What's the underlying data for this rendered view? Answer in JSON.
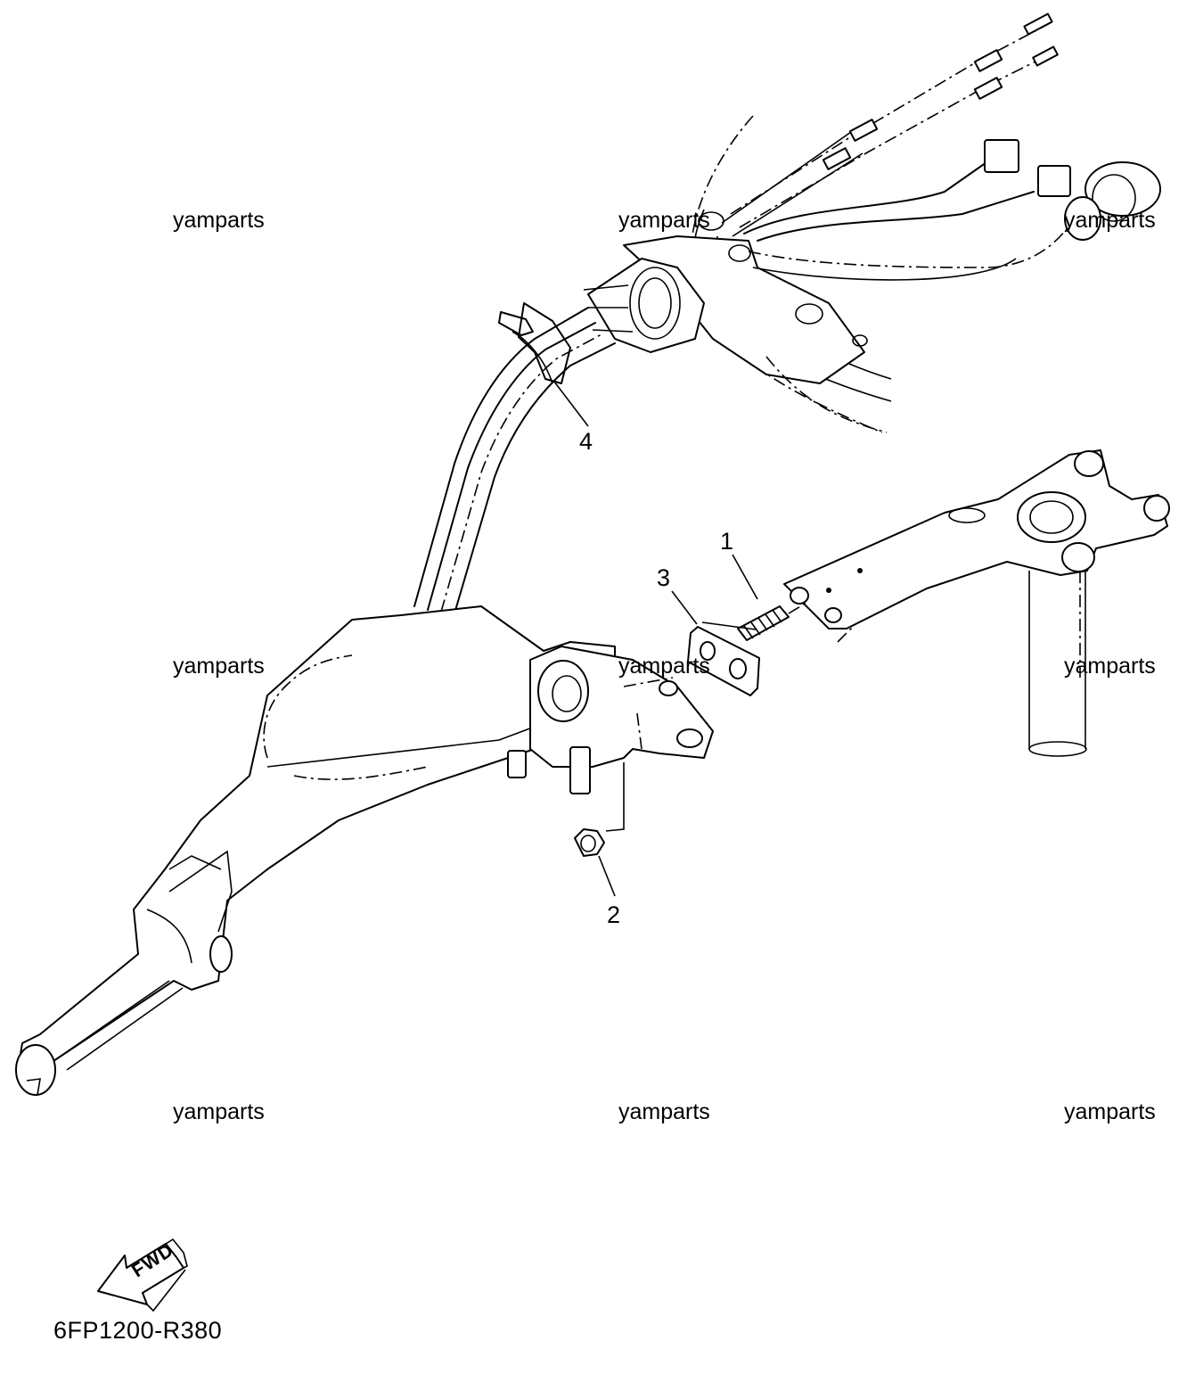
{
  "watermark": "yamparts",
  "callouts": {
    "c1": "1",
    "c2": "2",
    "c3": "3",
    "c4": "4"
  },
  "fwd_label": "FWD",
  "figure_code": "6FP1200-R380"
}
